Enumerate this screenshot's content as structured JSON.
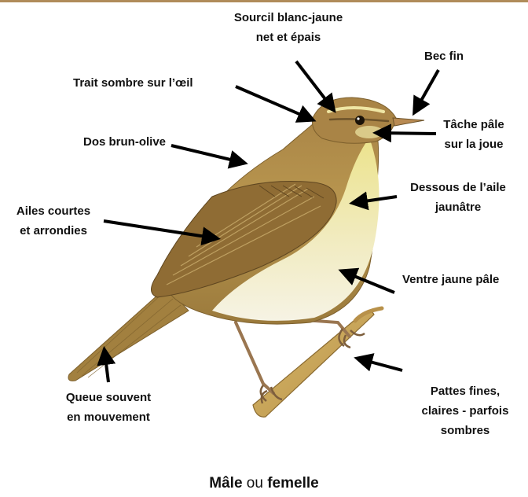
{
  "labels": {
    "sourcil_l1": "Sourcil blanc-jaune",
    "sourcil_l2": "net et épais",
    "bec": "Bec fin",
    "trait": "Trait sombre sur l’œil",
    "tache_l1": "Tâche pâle",
    "tache_l2": "sur la joue",
    "dos": "Dos brun-olive",
    "dessous_l1": "Dessous de l’aile",
    "dessous_l2": "jaunâtre",
    "ailes_l1": "Ailes courtes",
    "ailes_l2": "et arrondies",
    "ventre": "Ventre jaune pâle",
    "queue_l1": "Queue souvent",
    "queue_l2": "en mouvement",
    "pattes_l1": "Pattes fines,",
    "pattes_l2": "claires - parfois",
    "pattes_l3": "sombres"
  },
  "caption": {
    "word1": "Mâle",
    "connector": " ou ",
    "word2": "femelle"
  },
  "colors": {
    "back": "#a07a3e",
    "wing": "#8d6a33",
    "breast": "#e7df8a",
    "belly": "#f4f0da",
    "branch": "#c9a657",
    "arrow": "#000000"
  }
}
